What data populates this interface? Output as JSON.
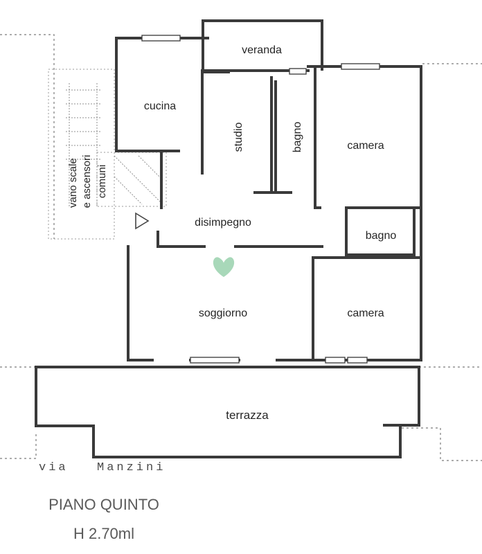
{
  "rooms": {
    "veranda": "veranda",
    "cucina": "cucina",
    "studio": "studio",
    "bagno_1": "bagno",
    "camera_1": "camera",
    "vano_scale": "vano scale\ne ascensori",
    "comuni": "comuni",
    "disimpegno": "disimpegno",
    "bagno_2": "bagno",
    "soggiorno": "soggiorno",
    "camera_2": "camera",
    "terrazza": "terrazza"
  },
  "street": {
    "word1": "via",
    "word2": "Manzini"
  },
  "caption": {
    "floor": "PIANO QUINTO",
    "height": "H 2.70ml"
  },
  "colors": {
    "wall": "#3a3a3a",
    "text": "#262626",
    "caption": "#5a5a5a",
    "heart": "#a8d8b9"
  },
  "icons": {
    "entrance": "entrance-triangle-icon",
    "heart": "heart-icon"
  }
}
